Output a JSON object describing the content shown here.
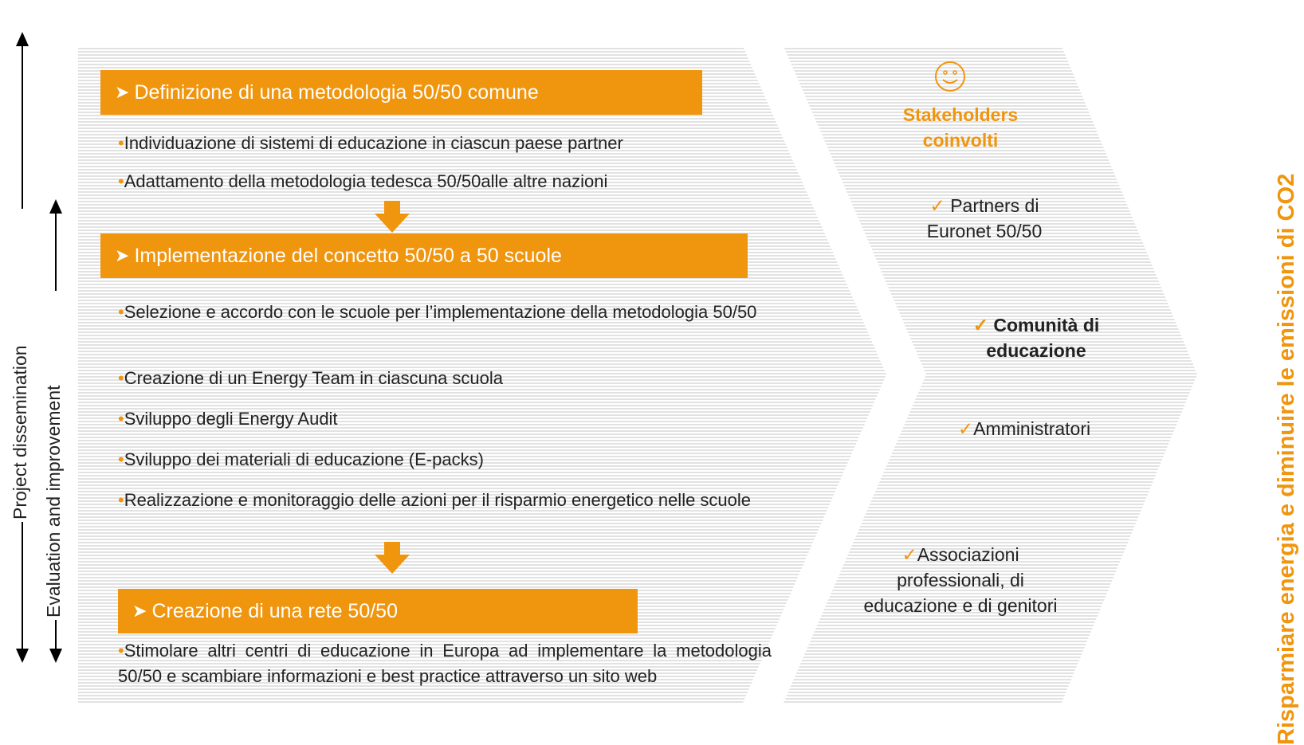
{
  "colors": {
    "accent": "#f0950e",
    "stripe": "#e2e2e2"
  },
  "axes": {
    "outer_label": "Project dissemination",
    "inner_label": "Evaluation and improvement"
  },
  "side_title": "Risparmiare energia e diminuire le emissioni di CO2",
  "sections": [
    {
      "header": "Definizione di una metodologia 50/50 comune",
      "bullets": [
        "Individuazione di sistemi di educazione in ciascun paese partner",
        "Adattamento della metodologia tedesca 50/50alle altre nazioni"
      ]
    },
    {
      "header": "Implementazione del concetto 50/50 a 50 scuole",
      "bullets": [
        "Selezione e accordo con le scuole per l’implementazione della metodologia 50/50",
        "Creazione di un Energy Team in ciascuna scuola",
        "Sviluppo degli Energy Audit",
        "Sviluppo dei materiali di educazione (E-packs)",
        "Realizzazione e monitoraggio delle azioni per il risparmio energetico nelle scuole"
      ]
    },
    {
      "header": "Creazione di una rete 50/50",
      "bullets": [
        "Stimolare altri centri di educazione in Europa ad implementare la metodologia 50/50 e scambiare informazioni e best practice attraverso  un sito web"
      ]
    }
  ],
  "stakeholders": {
    "icon": "smiley-icon",
    "title": "Stakeholders coinvolti",
    "items": [
      "Partners di Euronet 50/50",
      "Comunità di educazione",
      "Amministratori",
      "Associazioni professionali, di educazione e di genitori"
    ]
  }
}
